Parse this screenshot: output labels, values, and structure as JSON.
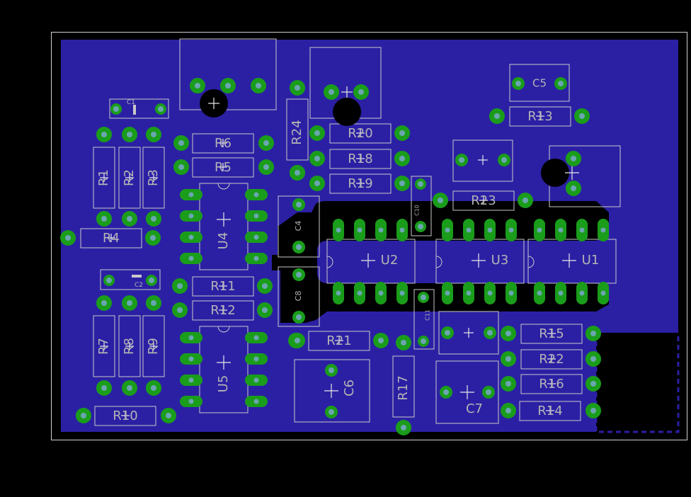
{
  "colors": {
    "background": "#000000",
    "board_outline": "#d0d0d0",
    "copper_pour": "#2b20a4",
    "pad": "#1a9d1a",
    "drill": "#6aa6b0",
    "silkscreen": "#b4b4b4",
    "trace": "#000000"
  },
  "icons": {
    "origin_marker": "cross-icon",
    "mounting_hole": "hole-icon"
  },
  "components": {
    "R1": "R1",
    "R2": "R2",
    "R3": "R3",
    "R4": "R4",
    "R5": "R5",
    "R6": "R6",
    "R7": "R7",
    "R8": "R8",
    "R9": "R9",
    "R10": "R10",
    "R11": "R11",
    "R12": "R12",
    "R13": "R13",
    "R14": "R14",
    "R15": "R15",
    "R16": "R16",
    "R17": "R17",
    "R18": "R18",
    "R19": "R19",
    "R20": "R20",
    "R21": "R21",
    "R22": "R22",
    "R23": "R23",
    "R24": "R24",
    "C1": "C1",
    "C2": "C2",
    "C4": "C4",
    "C5": "C5",
    "C6": "C6",
    "C7": "C7",
    "C8": "C8",
    "C10": "C10",
    "C11": "C11",
    "U1": "U1",
    "U2": "U2",
    "U3": "U3",
    "U4": "U4",
    "U5": "U5"
  }
}
